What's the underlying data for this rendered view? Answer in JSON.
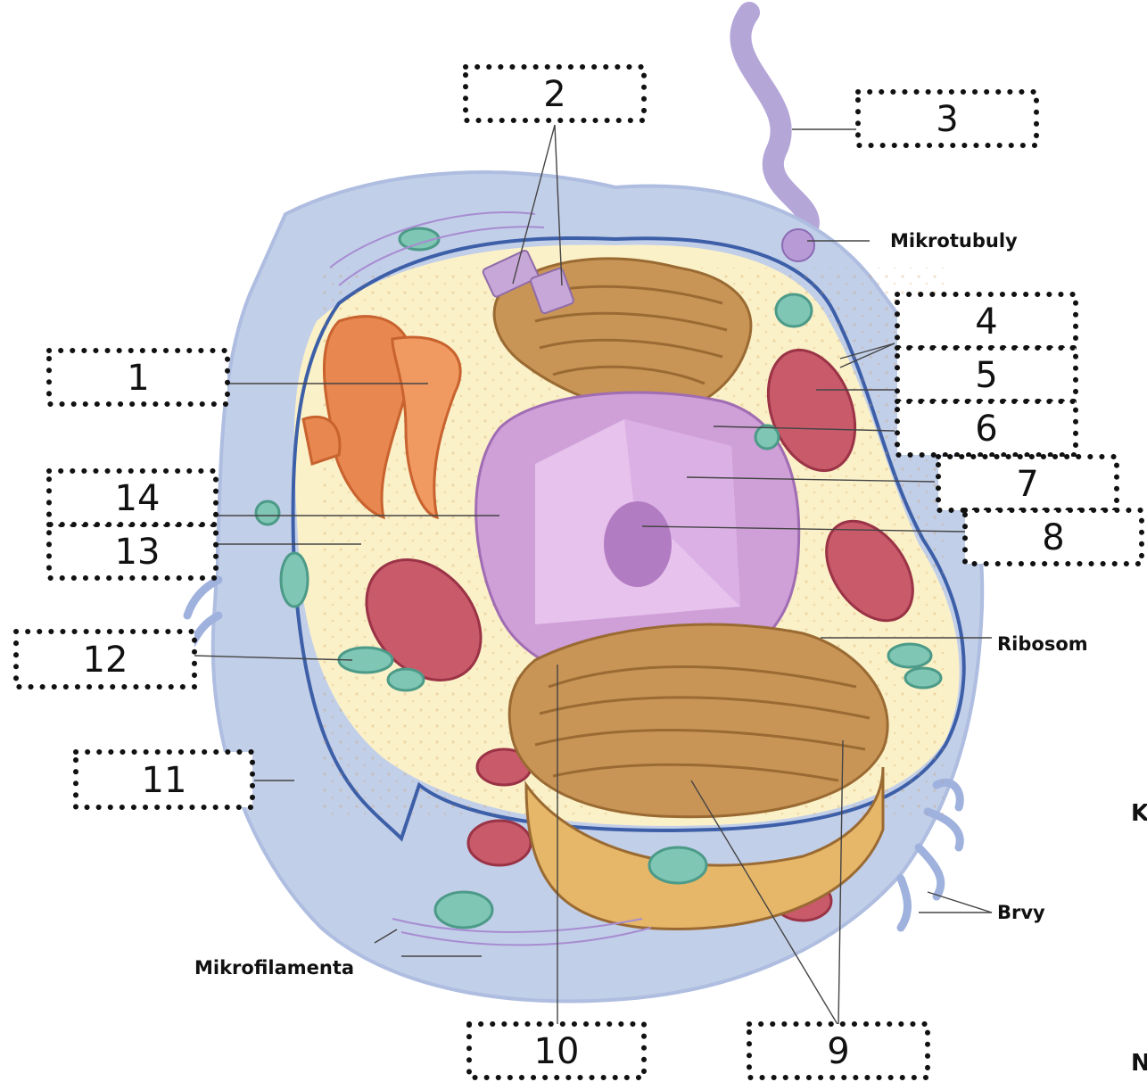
{
  "numbered_labels": [
    "1",
    "2",
    "3",
    "4",
    "5",
    "6",
    "7",
    "8",
    "9",
    "10",
    "11",
    "12",
    "13",
    "14"
  ],
  "named_labels": {
    "microtubules": "Mikrotubuly",
    "ribosome": "Ribosom",
    "cilia": "Brvy",
    "microfilaments": "Mikrofilamenta"
  },
  "edge_fragments": [
    "K",
    "N"
  ],
  "colors": {
    "membrane_outer": "#b9c7e6",
    "cytoplasm": "#fbf1c8",
    "cell_outline": "#3d5fa8",
    "nucleus": "#cf9fd8",
    "mitochondrion": "#c85a6a",
    "golgi": "#c99556",
    "smooth_er": "#e8874f",
    "vesicle": "#7fc6b4",
    "leader_line": "#444444"
  }
}
